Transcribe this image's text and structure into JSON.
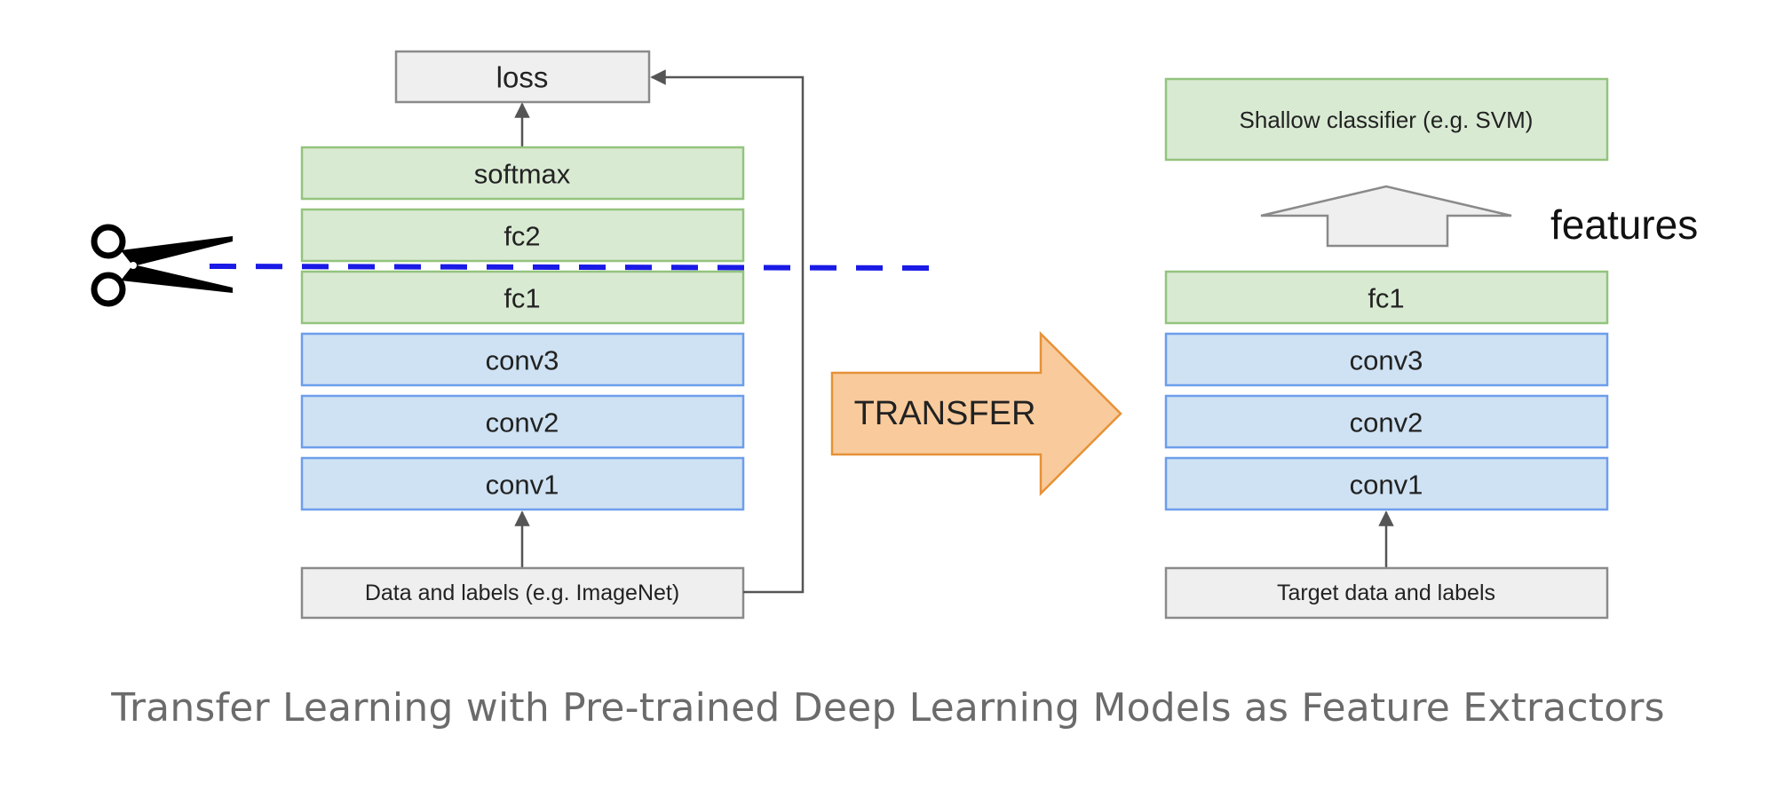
{
  "left_stack": {
    "loss": "loss",
    "softmax": "softmax",
    "fc2": "fc2",
    "fc1": "fc1",
    "conv3": "conv3",
    "conv2": "conv2",
    "conv1": "conv1",
    "input": "Data and labels (e.g. ImageNet)"
  },
  "transfer_label": "TRANSFER",
  "right_stack": {
    "classifier": "Shallow classifier (e.g. SVM)",
    "features_label": "features",
    "fc1": "fc1",
    "conv3": "conv3",
    "conv2": "conv2",
    "conv1": "conv1",
    "input": "Target data and labels"
  },
  "caption": "Transfer Learning with Pre-trained Deep Learning Models as Feature Extractors",
  "colors": {
    "green_fill": "#d9ead3",
    "green_stroke": "#93c47d",
    "blue_fill": "#cfe2f3",
    "blue_stroke": "#6d9eeb",
    "gray_fill": "#efefef",
    "gray_stroke": "#8a8a8a",
    "transfer_fill": "#f9cb9c",
    "transfer_stroke": "#e69138",
    "cut_line": "#1a1ae6"
  },
  "icons": [
    "scissors-icon",
    "transfer-arrow-icon",
    "features-arrow-icon"
  ]
}
